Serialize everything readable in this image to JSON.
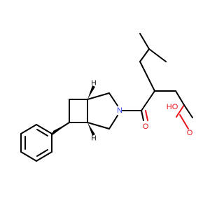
{
  "molecule": {
    "atoms": {
      "nitrogen": "N",
      "carbonyl_oxygen": "O",
      "carboxyl_oxygen": "O",
      "hydroxyl": "HO",
      "stereo_h_top": "H",
      "stereo_h_bottom": "H"
    },
    "colors": {
      "bond": "#000000",
      "nitrogen": "#2a3de6",
      "oxygen": "#e8141b"
    }
  }
}
